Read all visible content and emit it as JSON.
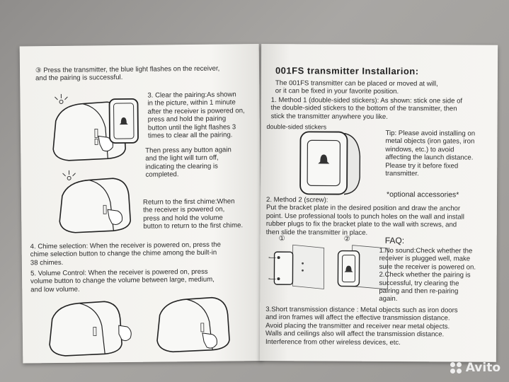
{
  "left_page": {
    "step3_text": "③ Press the transmitter, the blue light flashes on the receiver,\nand the pairing is successful.",
    "clear_pairing_text": "3. Clear the pairing:As shown\nin the picture, within 1 minute\nafter the receiver is powered on,\npress and hold the pairing\nbutton until the light flashes 3\ntimes to clear all the pairing.",
    "press_any_text": "Then press any button again\nand the light will turn off,\nindicating the clearing is\ncompleted.",
    "return_chime_text": "Return to the first chime:When\nthe receiver is powered on,\npress and hold the volume\nbutton to return to the first chime.",
    "chime_selection_text": "4. Chime selection:  When the receiver is powered on, press the\nchime selection button to change the chime among the built-in\n38 chimes.",
    "volume_control_text": "5. Volume Control:  When the receiver is powered on, press\nvolume button to change the volume between large, medium,\nand low volume."
  },
  "right_page": {
    "title": "001FS transmitter Installarion:",
    "intro_text": "The 001FS transmitter can be placed or moved at will,\nor it can be fixed in your favorite position.",
    "method1_text": "1. Method 1 (double-sided stickers): As shown:  stick one side of\nthe double-sided stickers to the bottom of the transmitter, then\nstick the transmitter anywhere you like.",
    "sticker_label": "double-sided stickers",
    "tip_text": "Tip: Please avoid installing on\nmetal objects (iron gates, iron\nwindows, etc.) to avoid\naffecting the launch distance.\nPlease try it before fixed\ntransmitter.",
    "optional_text": "*optional accessories*",
    "method2_text": "2. Method 2 (screw):\nPut the bracket plate in the desired position and draw the anchor\npoint. Use professional tools to punch holes on the wall and install\nrubber plugs to fix the bracket plate to the wall with screws, and\nthen slide the transmitter in place.",
    "circle_1": "①",
    "circle_2": "②",
    "faq_title": "FAQ:",
    "faq1_text": "1.No sound:Check whether the\nreceiver is plugged well, make\nsure the receiver is powered on.\n2.Check whether the pairing is\nsuccessful, try clearing the\npairing and then re-pairing\nagain.",
    "faq3_text": "3.Short transmission distance : Metal objects such as iron doors\nand iron frames will affect the effective transmission distance.\nAvoid placing the transmitter and receiver near metal objects.\nWalls and ceilings also will affect the transmission distance.\nInterference from other wireless devices, etc."
  },
  "watermark": {
    "text": "Avito"
  }
}
